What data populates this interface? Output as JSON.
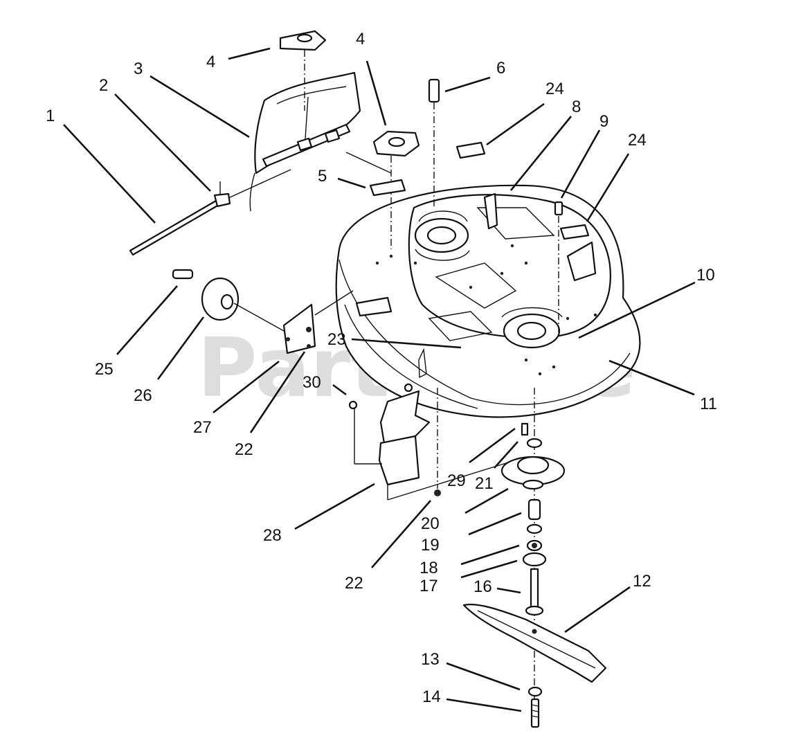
{
  "watermark": "PartsTree",
  "callouts": [
    {
      "id": "1",
      "label": "1"
    },
    {
      "id": "2",
      "label": "2"
    },
    {
      "id": "3",
      "label": "3"
    },
    {
      "id": "4a",
      "label": "4"
    },
    {
      "id": "4b",
      "label": "4"
    },
    {
      "id": "5",
      "label": "5"
    },
    {
      "id": "6",
      "label": "6"
    },
    {
      "id": "24a",
      "label": "24"
    },
    {
      "id": "8",
      "label": "8"
    },
    {
      "id": "9",
      "label": "9"
    },
    {
      "id": "24b",
      "label": "24"
    },
    {
      "id": "10",
      "label": "10"
    },
    {
      "id": "23",
      "label": "23"
    },
    {
      "id": "11",
      "label": "11"
    },
    {
      "id": "25",
      "label": "25"
    },
    {
      "id": "26",
      "label": "26"
    },
    {
      "id": "27",
      "label": "27"
    },
    {
      "id": "22a",
      "label": "22"
    },
    {
      "id": "30",
      "label": "30"
    },
    {
      "id": "29",
      "label": "29"
    },
    {
      "id": "21",
      "label": "21"
    },
    {
      "id": "28",
      "label": "28"
    },
    {
      "id": "20",
      "label": "20"
    },
    {
      "id": "19",
      "label": "19"
    },
    {
      "id": "22b",
      "label": "22"
    },
    {
      "id": "18",
      "label": "18"
    },
    {
      "id": "17",
      "label": "17"
    },
    {
      "id": "16",
      "label": "16"
    },
    {
      "id": "12",
      "label": "12"
    },
    {
      "id": "13",
      "label": "13"
    },
    {
      "id": "14",
      "label": "14"
    }
  ]
}
